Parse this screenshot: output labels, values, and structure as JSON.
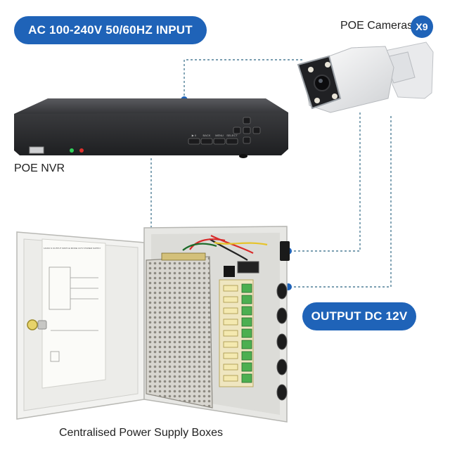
{
  "input_label": "AC 100-240V 50/60HZ INPUT",
  "output_label": "OUTPUT DC 12V",
  "camera_label": "POE Cameras",
  "camera_count": "X9",
  "nvr_label": "POE NVR",
  "nvr_buttons": [
    "▶ II",
    "BACK",
    "MENU",
    "SELECT"
  ],
  "psu_label": "Centralised Power Supply Boxes",
  "door_sheet_title": "12VDC 9 OUTPUT SWITCH MODE CCTV POWER SUPPLY",
  "colors": {
    "accent": "#1f63b8",
    "connector": "#4f7f97",
    "device": "#2b2b2d",
    "box": "#ececea"
  },
  "icons": [
    "connection-dot-icon"
  ]
}
